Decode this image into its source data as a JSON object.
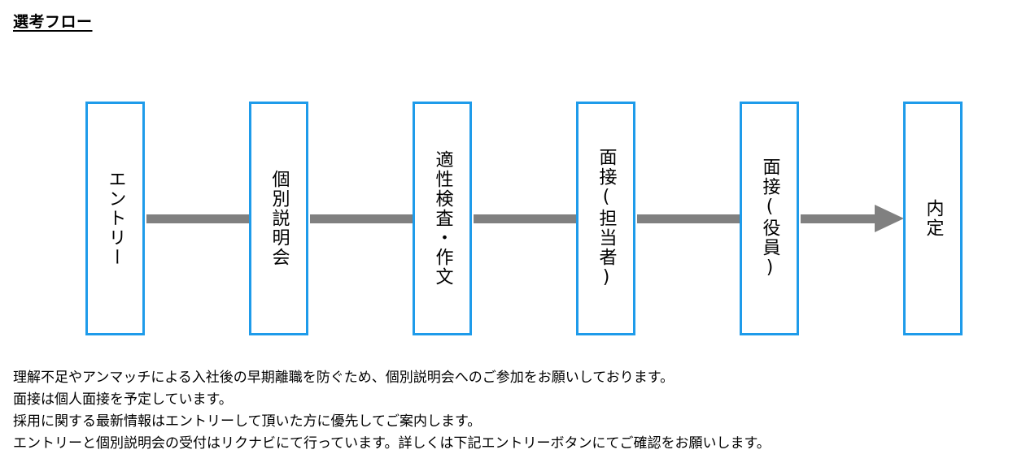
{
  "title": "選考フロー",
  "steps": [
    {
      "label": "エントリー"
    },
    {
      "label": "個別説明会"
    },
    {
      "label": "適性検査・作文"
    },
    {
      "label": "面接(担当者)"
    },
    {
      "label": "面接(役員)"
    },
    {
      "label": "内定"
    }
  ],
  "notes": [
    "理解不足やアンマッチによる入社後の早期離職を防ぐため、個別説明会へのご参加をお願いしております。",
    "面接は個人面接を予定しています。",
    "採用に関する最新情報はエントリーして頂いた方に優先してご案内します。",
    "エントリーと個別説明会の受付はリクナビにて行っています。詳しくは下記エントリーボタンにてご確認をお願いします。"
  ],
  "colors": {
    "box_border": "#1e9bea",
    "connector": "#808080"
  },
  "icons": [
    "arrow-right-icon"
  ]
}
